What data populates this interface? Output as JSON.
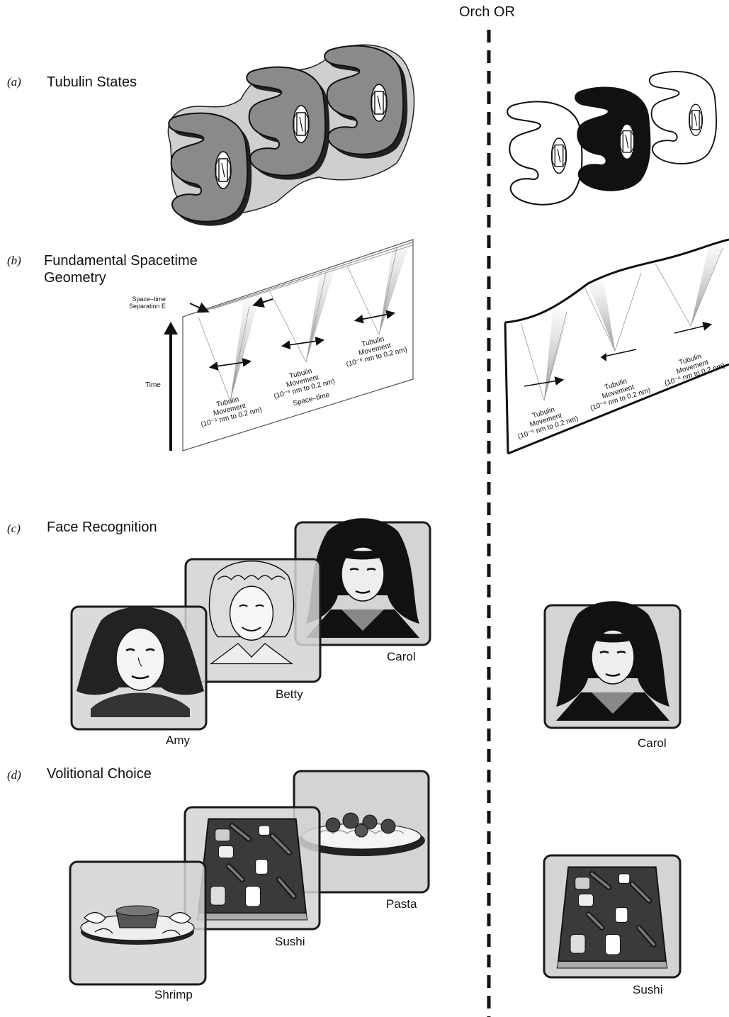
{
  "header": {
    "orch_or_label": "Orch OR"
  },
  "sections": {
    "a": {
      "letter": "(a)",
      "title": "Tubulin States"
    },
    "b": {
      "letter": "(b)",
      "title_line1": "Fundamental Spacetime",
      "title_line2": "Geometry",
      "separation_line1": "Space–time",
      "separation_line2": "Separation  E",
      "time_label": "Time",
      "spacetime_label": "Space–time",
      "movement_line1": "Tubulin",
      "movement_line2": "Movement",
      "movement_line3": "(10⁻⁶ nm to 0.2 nm)"
    },
    "c": {
      "letter": "(c)",
      "title": "Face Recognition",
      "names": [
        "Amy",
        "Betty",
        "Carol"
      ],
      "result": "Carol"
    },
    "d": {
      "letter": "(d)",
      "title": "Volitional Choice",
      "names": [
        "Shrimp",
        "Sushi",
        "Pasta"
      ],
      "result": "Sushi"
    }
  },
  "colors": {
    "card_fill": "#d4d4d4",
    "card_stroke": "#1a1a1a",
    "tubulin_gray": "#8a8a8a",
    "tubulin_halo": "#cfcfcf",
    "ink": "#111111"
  }
}
